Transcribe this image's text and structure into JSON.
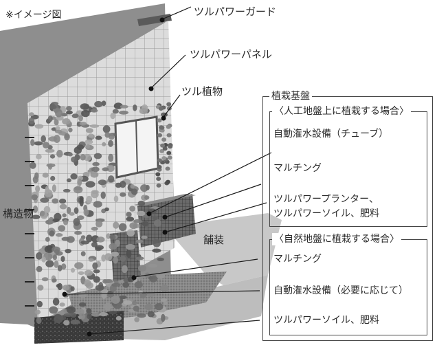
{
  "note": "※イメージ図",
  "labels": {
    "guard": "ツルパワーガード",
    "panel": "ツルパワーパネル",
    "plant": "ツル植物",
    "structure": "構造物",
    "paving": "舗装"
  },
  "planting_base": {
    "title": "植栽基盤",
    "artificial": {
      "title": "〈人工地盤上に植栽する場合〉",
      "items": [
        "自動潅水設備（チューブ）",
        "マルチング",
        "ツルパワープランター、",
        "ツルパワーソイル、肥料"
      ]
    },
    "natural": {
      "title": "〈自然地盤に植栽する場合〉",
      "items": [
        "マルチング",
        "自動潅水設備（必要に応じて）",
        "ツルパワーソイル、肥料"
      ]
    }
  },
  "colors": {
    "wall_side": "#8e8e8e",
    "wall_face": "#d6d6d6",
    "ivy": "#6f6f6f",
    "ground": "#bdbdbd",
    "soil": "#3e3e3e",
    "line": "#1a1a1a"
  }
}
